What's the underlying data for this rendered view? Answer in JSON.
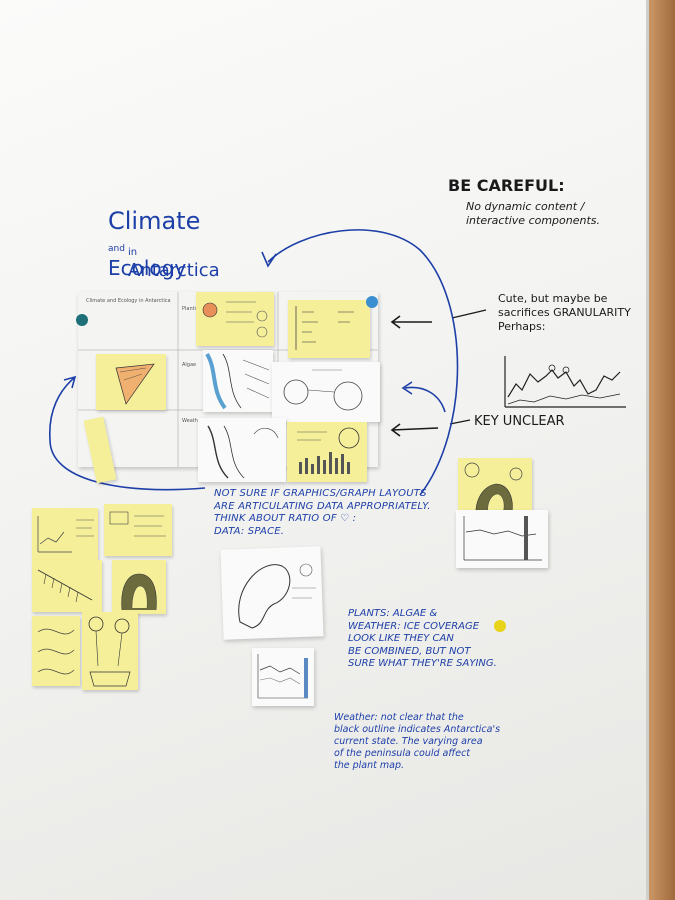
{
  "title": {
    "line1a": "Climate",
    "line1b": "and",
    "line1c": "Ecology",
    "line2a": "in",
    "line2b": "Antarctica"
  },
  "notes": {
    "be_careful_title": "BE CAREFUL:",
    "be_careful_body": "No dynamic content /\ninteractive components.",
    "cute": "Cute, but maybe be\nsacrifices GRANULARITY\nPerhaps:",
    "key_unclear": "KEY UNCLEAR",
    "graphics": "NOT SURE IF GRAPHICS/GRAPH LAYOUTS\nARE ARTICULATING DATA APPROPRIATELY.\nTHINK ABOUT RATIO OF ♡ :\nDATA: SPACE.",
    "plants": "PLANTS: ALGAE &\nWEATHER: ICE COVERAGE\nLOOK LIKE THEY CAN\nBE COMBINED, BUT NOT\nSURE WHAT THEY'RE SAYING.",
    "weather": "Weather: not clear that the\nblack outline indicates Antarctica's\ncurrent state. The varying area\nof the peninsula could affect\nthe plant map."
  },
  "wireframe": {
    "header": "Climate and Ecology in Antarctica",
    "small_labels": [
      "Plants",
      "Algae",
      "Weather"
    ]
  },
  "colors": {
    "marker_blue": "#1d3fa8",
    "sticky_yellow": "#f5ef9a",
    "magnet_teal": "#1f6f7a",
    "magnet_blue": "#3b8fd0",
    "magnet_yellow": "#e8d41a"
  }
}
